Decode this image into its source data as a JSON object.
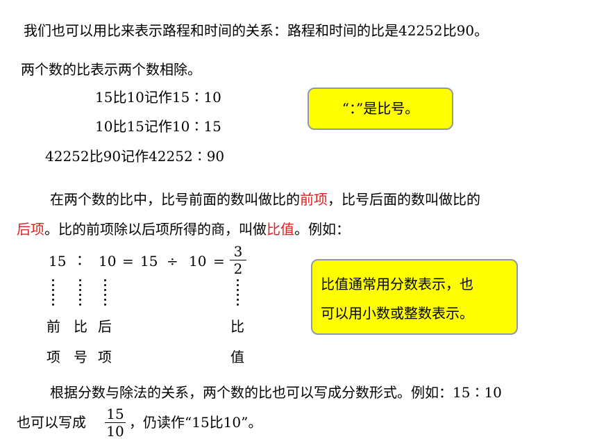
{
  "lines": {
    "l1": "我们也可以用比来表示路程和时间的关系：路程和时间的比是42252比90。",
    "l2": "两个数的比表示两个数相除。",
    "ex1": "15比10记作15∶10",
    "ex2": "10比15记作10∶15",
    "ex3": "42252比90记作42252∶90",
    "p1_a": "在两个数的比中，比号前面的数叫做比的",
    "p1_term1": "前项",
    "p1_b": "，比号后面的数叫做比的",
    "p1_term2": "后项",
    "p1_c": "。比的前项除以后项所得的商，叫做",
    "p1_term3": "比值",
    "p1_d": "。例如：",
    "p2_a": "根据分数与除法的关系，两个数的比也可以写成分数形式。例如：15∶10",
    "p2_b": "也可以写成",
    "p2_c": "，仍读作“15比10”。"
  },
  "callouts": {
    "colon": "“：”是比号。",
    "ratio_value_1": "比值通常用分数表示，也",
    "ratio_value_2": "可以用小数或整数表示。"
  },
  "equation": {
    "a": "15",
    "colon": "：",
    "b": "10",
    "eq1": "=",
    "c": "15",
    "div": "÷",
    "d": "10",
    "eq2": "=",
    "frac_num": "3",
    "frac_den": "2"
  },
  "labels": {
    "front_1": "前",
    "front_2": "项",
    "sign_1": "比",
    "sign_2": "号",
    "back_1": "后",
    "back_2": "项",
    "value_1": "比",
    "value_2": "值"
  },
  "fraction2": {
    "num": "15",
    "den": "10"
  },
  "colors": {
    "highlight": "#e02020",
    "callout_fill": "#ffff00",
    "callout_border": "#8a9aa6"
  }
}
